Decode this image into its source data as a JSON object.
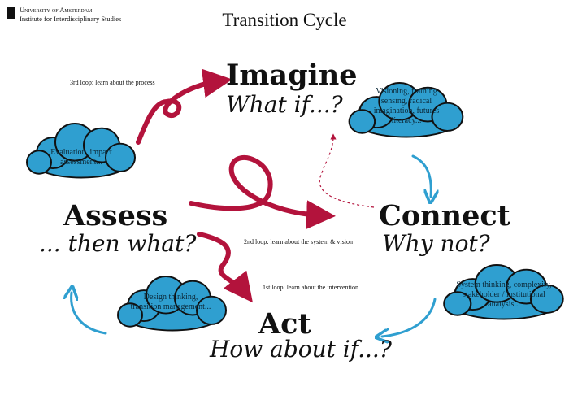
{
  "logo": {
    "line1": "University of Amsterdam",
    "line2": "Institute for Interdisciplinary Studies"
  },
  "title": "Transition Cycle",
  "stages": {
    "imagine": {
      "name": "Imagine",
      "question": "What if...?"
    },
    "connect": {
      "name": "Connect",
      "question": "Why not?"
    },
    "act": {
      "name": "Act",
      "question": "How about if...?"
    },
    "assess": {
      "name": "Assess",
      "question": "... then what?"
    }
  },
  "loops": {
    "third": "3rd loop: learn about the process",
    "second": "2nd loop: learn about the system & vision",
    "first": "1st loop: learn about the intervention"
  },
  "clouds": {
    "imagine": "Visioning, framing sensing, radical imagination, futures literacy...",
    "connect": "System thinking, complexity, stakeholder / institutional analysis...",
    "act": "Design thinking, transition management...",
    "assess": "Evaluation, impact assessment..."
  },
  "colors": {
    "red": "#b3133c",
    "blue": "#2f9fd0",
    "text": "#111111"
  }
}
